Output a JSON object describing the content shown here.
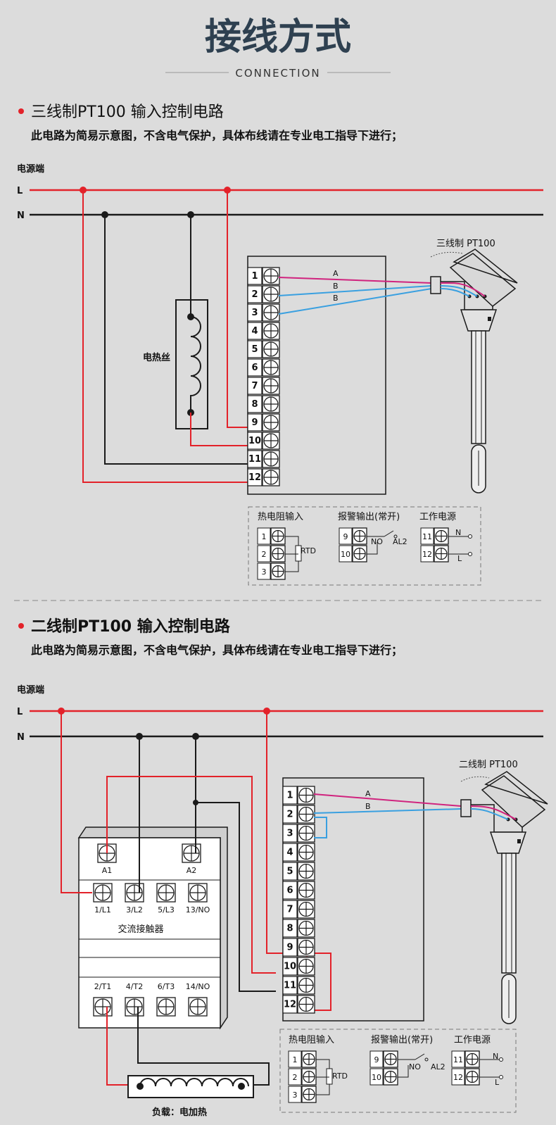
{
  "header": {
    "title": "接线方式",
    "subtitle": "CONNECTION"
  },
  "section1": {
    "heading": "三线制PT100 输入控制电路",
    "note": "此电路为简易示意图，不含电气保护，具体布线请在专业电工指导下进行；",
    "power_label": "电源端",
    "line_l": "L",
    "line_n": "N",
    "heater_label": "电热丝",
    "sensor_label": "三线制 PT100",
    "wire_a": "A",
    "wire_b1": "B",
    "wire_b2": "B",
    "terminals": [
      "1",
      "2",
      "3",
      "4",
      "5",
      "6",
      "7",
      "8",
      "9",
      "10",
      "11",
      "12"
    ],
    "legend": {
      "rtd_title": "热电阻输入",
      "rtd_terms": [
        "1",
        "2",
        "3"
      ],
      "rtd_label": "RTD",
      "alarm_title": "报警输出(常开)",
      "alarm_terms": [
        "9",
        "10"
      ],
      "alarm_no": "NO",
      "alarm_al2": "AL2",
      "power_title": "工作电源",
      "power_terms": [
        "11",
        "12"
      ],
      "power_n": "N",
      "power_l": "L"
    }
  },
  "section2": {
    "heading": "二线制PT100 输入控制电路",
    "note": "此电路为简易示意图，不含电气保护，具体布线请在专业电工指导下进行；",
    "power_label": "电源端",
    "line_l": "L",
    "line_n": "N",
    "sensor_label": "二线制 PT100",
    "wire_a": "A",
    "wire_b": "B",
    "contactor": {
      "coil_a1": "A1",
      "coil_a2": "A2",
      "top_terms": [
        "1/L1",
        "3/L2",
        "5/L3",
        "13/NO"
      ],
      "name": "交流接触器",
      "bottom_terms": [
        "2/T1",
        "4/T2",
        "6/T3",
        "14/NO"
      ]
    },
    "load_label": "负载：电加热",
    "terminals": [
      "1",
      "2",
      "3",
      "4",
      "5",
      "6",
      "7",
      "8",
      "9",
      "10",
      "11",
      "12"
    ],
    "legend": {
      "rtd_title": "热电阻输入",
      "rtd_terms": [
        "1",
        "2",
        "3"
      ],
      "rtd_label": "RTD",
      "alarm_title": "报警输出(常开)",
      "alarm_terms": [
        "9",
        "10"
      ],
      "alarm_no": "NO",
      "alarm_al2": "AL2",
      "power_title": "工作电源",
      "power_terms": [
        "11",
        "12"
      ],
      "power_n": "N",
      "power_l": "L"
    }
  },
  "colors": {
    "red": "#e3222a",
    "blue": "#3aa0e0",
    "magenta": "#d0237e",
    "black": "#1a1a1a",
    "title": "#2e4050"
  }
}
